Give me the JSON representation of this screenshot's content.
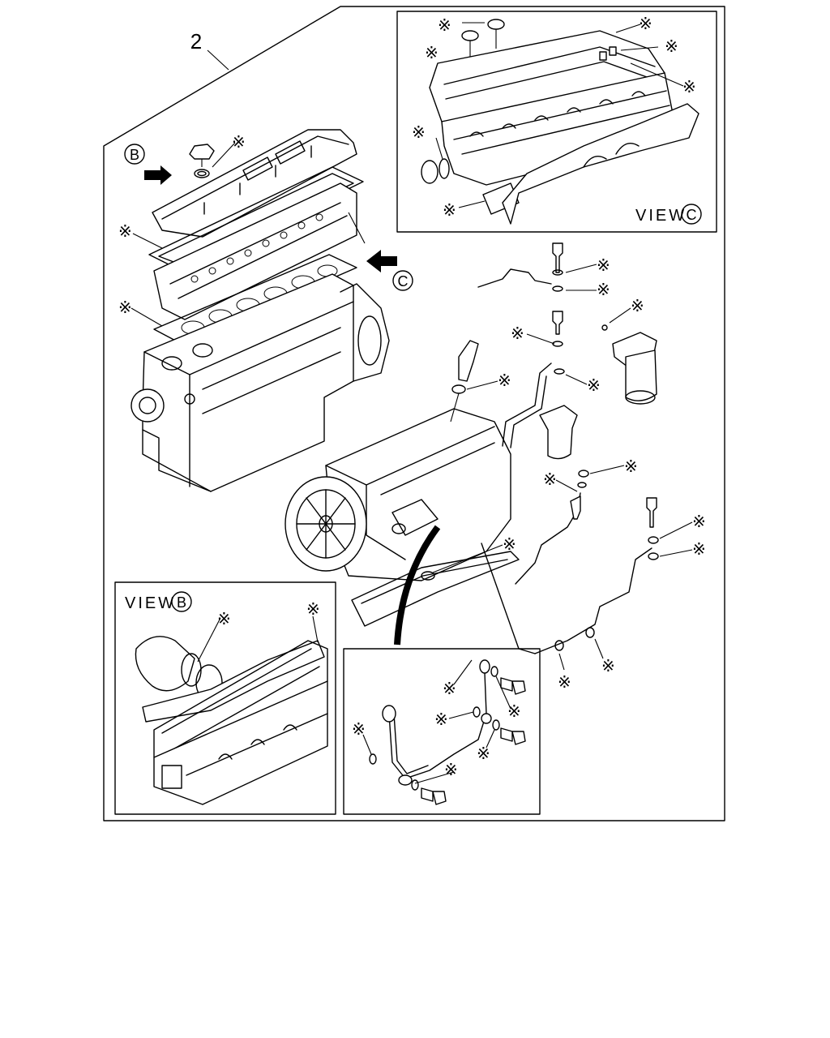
{
  "labels": {
    "part_number": "2",
    "view_b_callout": "B",
    "view_c_callout": "C",
    "view_b_title": "VIEW",
    "view_b_letter": "B",
    "view_c_title": "VIEW",
    "view_c_letter": "C",
    "asterisk": "※"
  },
  "colors": {
    "ink": "#000000",
    "paper": "#ffffff"
  }
}
